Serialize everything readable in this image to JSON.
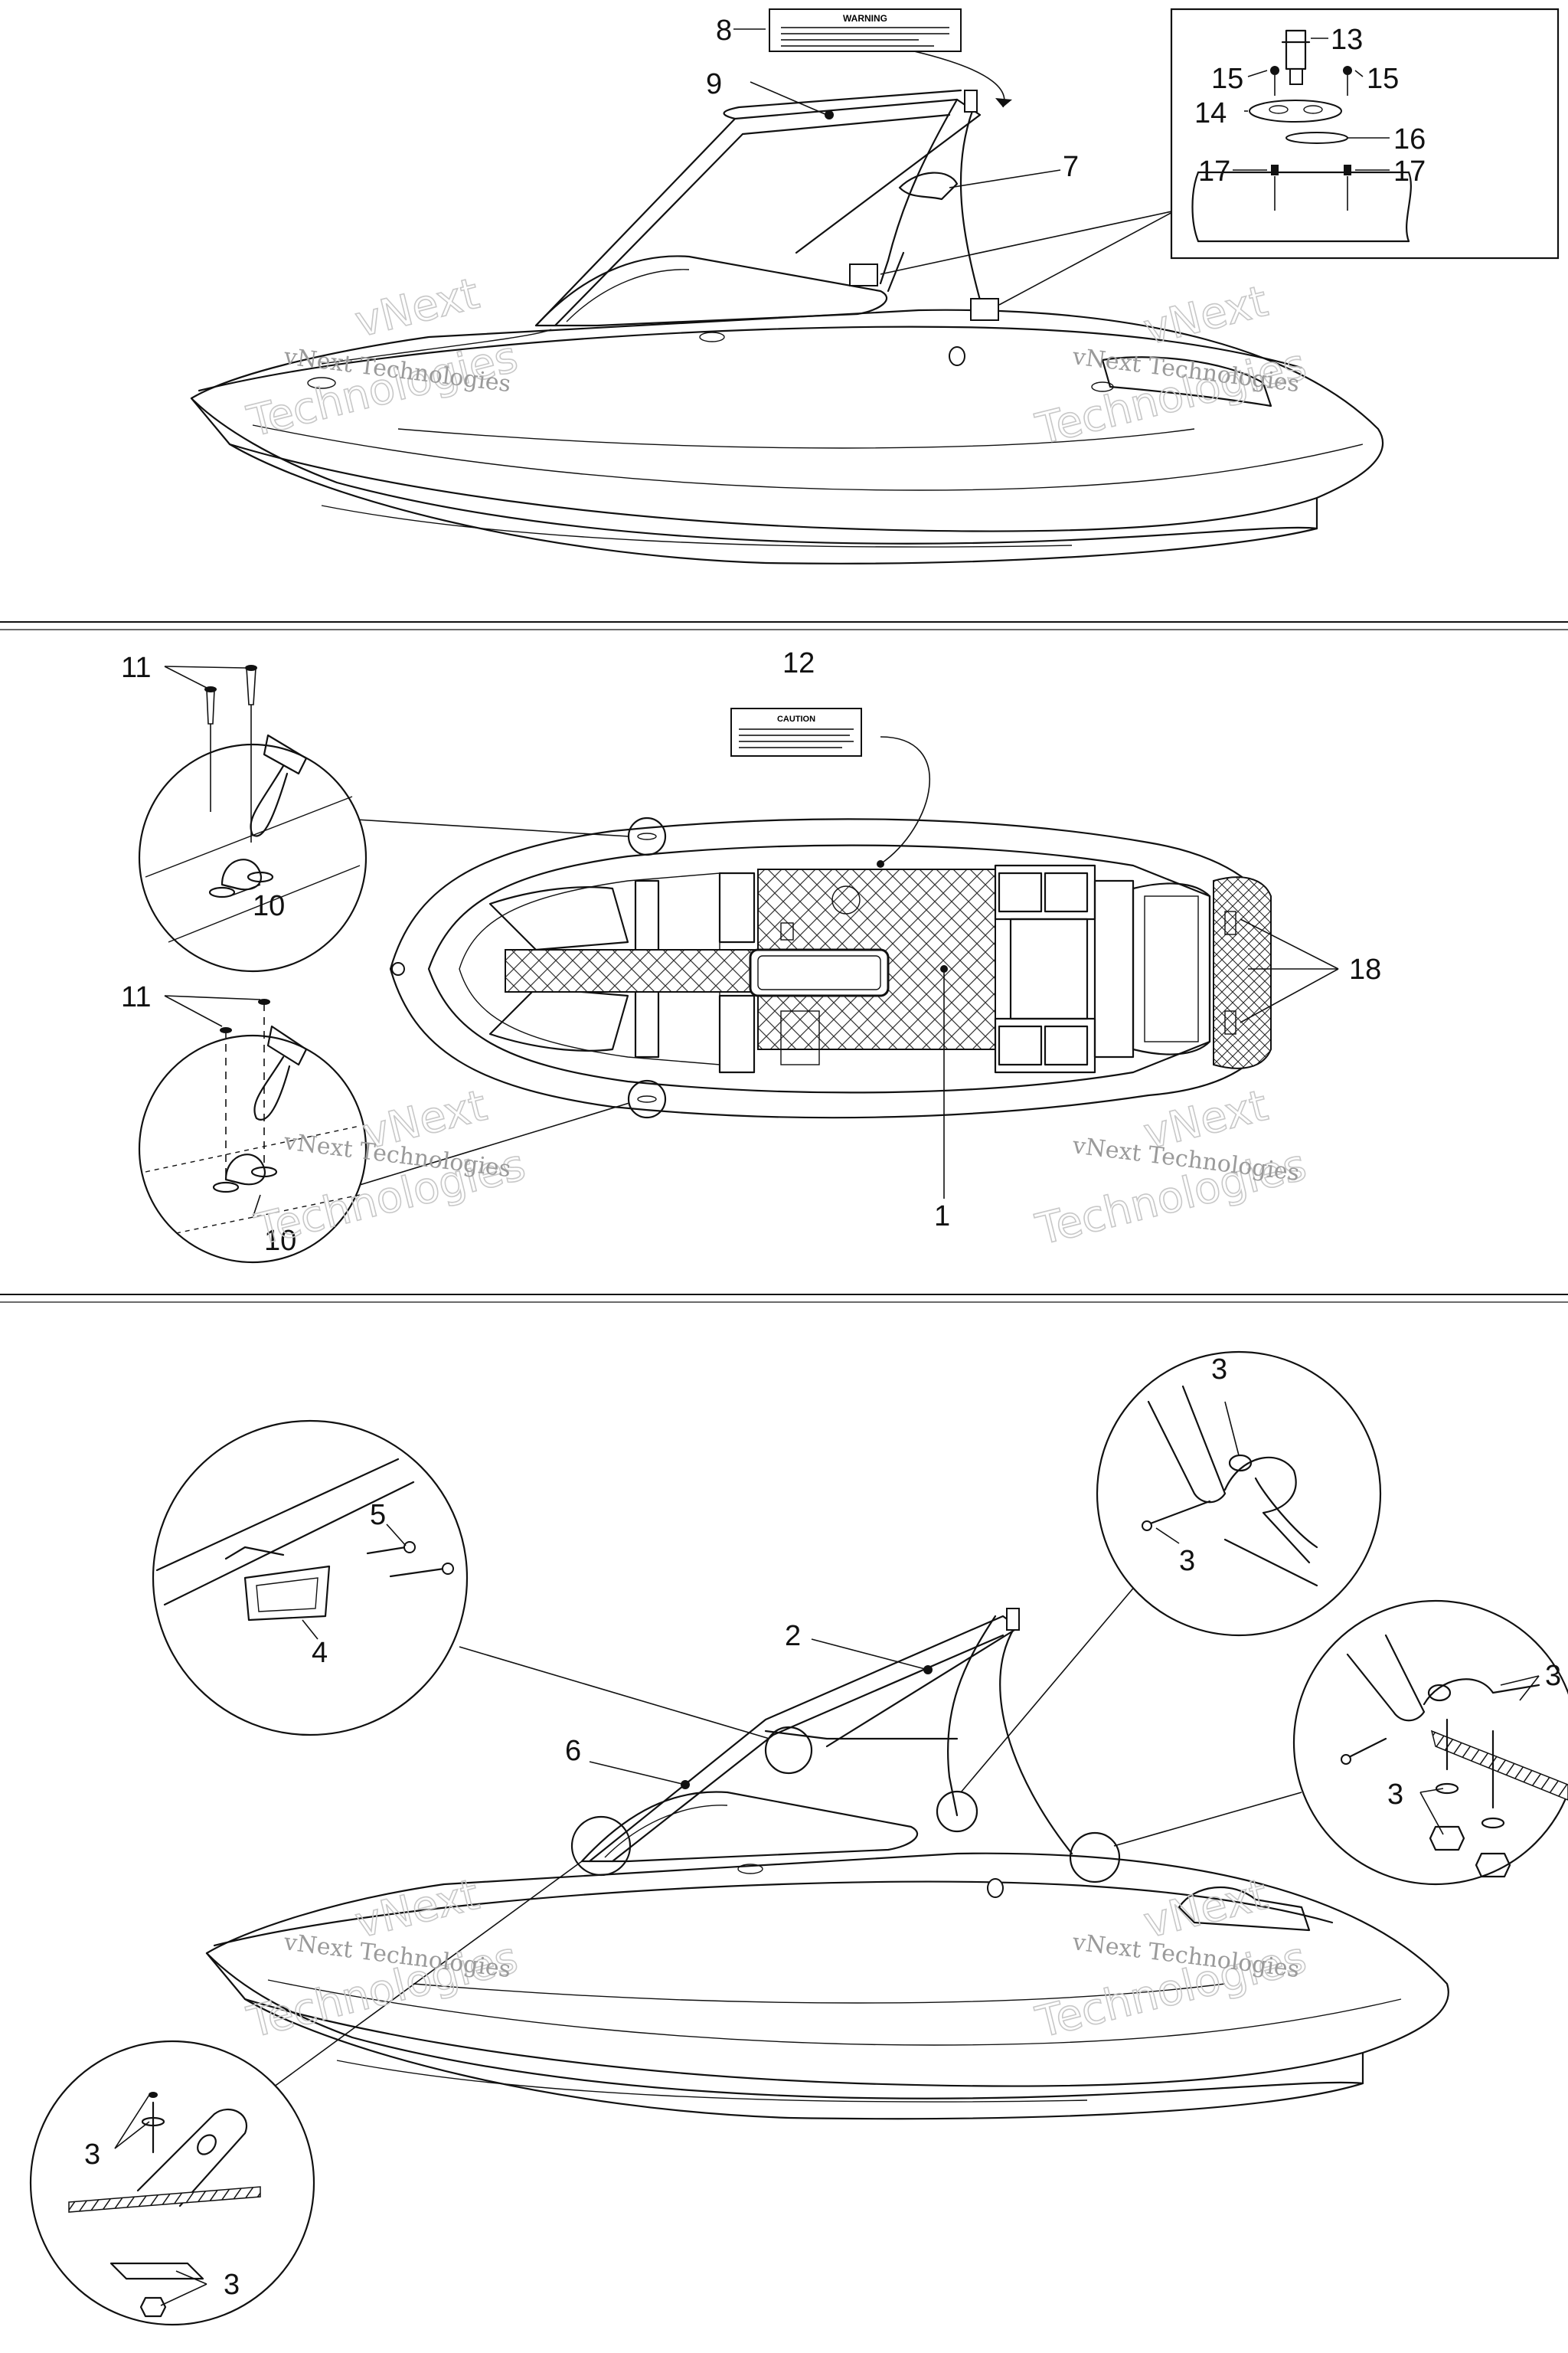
{
  "watermark": {
    "line1": "vNext Technologies",
    "big1": "vNext",
    "big2": "Technologies"
  },
  "callouts": {
    "c1": "1",
    "c2": "2",
    "c3": "3",
    "c4": "4",
    "c5": "5",
    "c6": "6",
    "c7": "7",
    "c8": "8",
    "c9": "9",
    "c10": "10",
    "c11": "11",
    "c12": "12",
    "c13": "13",
    "c14": "14",
    "c15": "15",
    "c16": "16",
    "c17": "17",
    "c18": "18"
  },
  "labels": {
    "warning": "WARNING",
    "caution": "CAUTION"
  }
}
